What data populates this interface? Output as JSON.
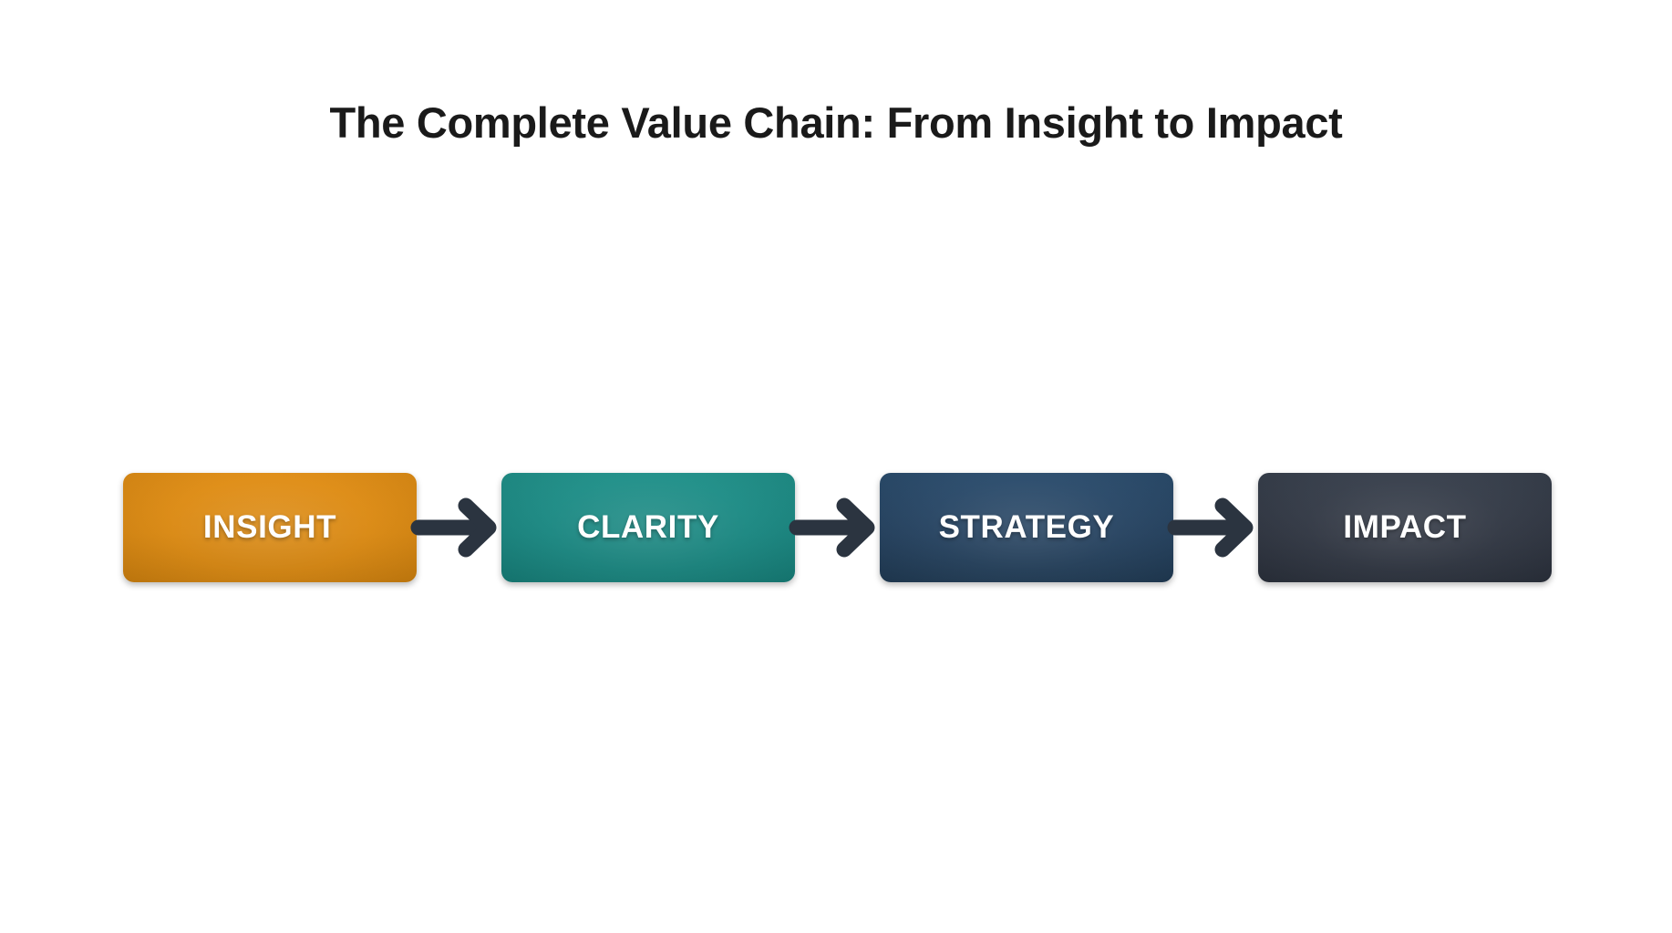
{
  "slide": {
    "background_color": "#ffffff",
    "title": "The Complete Value Chain: From Insight to Impact",
    "title_color": "#1a1a1a"
  },
  "diagram": {
    "type": "linear-process-chain",
    "orientation": "horizontal",
    "arrow_color": "#2b3440",
    "node_label_color": "#ffffff",
    "nodes": [
      {
        "id": "insight",
        "label": "INSIGHT",
        "color": "#d9870f",
        "order": 1
      },
      {
        "id": "clarity",
        "label": "CLARITY",
        "color": "#17857f",
        "order": 2
      },
      {
        "id": "strategy",
        "label": "STRATEGY",
        "color": "#23405e",
        "order": 3
      },
      {
        "id": "impact",
        "label": "IMPACT",
        "color": "#2e3440",
        "order": 4
      }
    ],
    "connectors": [
      {
        "id": "connector-1",
        "from": "insight",
        "to": "clarity",
        "icon": "arrow-right-icon"
      },
      {
        "id": "connector-2",
        "from": "clarity",
        "to": "strategy",
        "icon": "arrow-right-icon"
      },
      {
        "id": "connector-3",
        "from": "strategy",
        "to": "impact",
        "icon": "arrow-right-icon"
      }
    ]
  }
}
